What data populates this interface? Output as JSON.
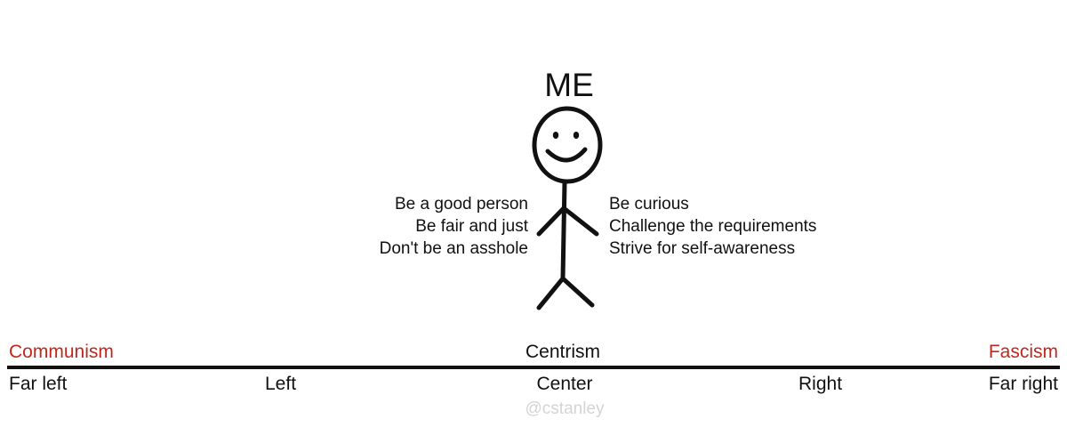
{
  "title": "ME",
  "traits_left": [
    "Be a good person",
    "Be fair and just",
    "Don't be an asshole"
  ],
  "traits_right": [
    "Be curious",
    "Challenge the requirements",
    "Strive for self-awareness"
  ],
  "spectrum": {
    "top_labels": {
      "left": "Communism",
      "center": "Centrism",
      "right": "Fascism"
    },
    "ticks": [
      "Far left",
      "Left",
      "Center",
      "Right",
      "Far right"
    ]
  },
  "watermark": "@cstanley",
  "colors": {
    "extreme_label": "#c0281e",
    "ink": "#111111",
    "watermark": "#d4d4d4"
  },
  "icons": {
    "figure": "stick-figure-smiley"
  }
}
